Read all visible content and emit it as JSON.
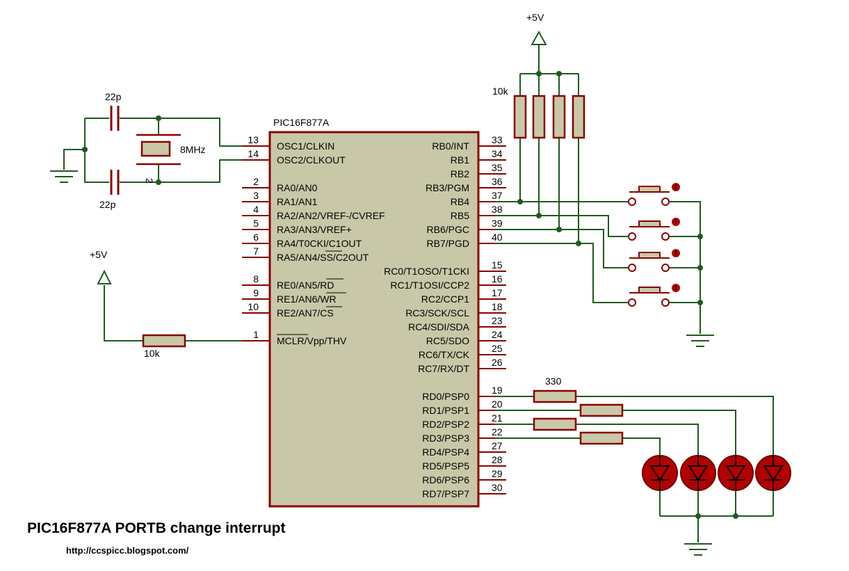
{
  "title": "PIC16F877A PORTB change interrupt",
  "url": "http://ccspicc.blogspot.com/",
  "colors": {
    "wire": "#1f5a1f",
    "comp": "#8b0000",
    "chip_fill": "#c8c8a8",
    "led": "#b30000"
  },
  "chip": {
    "name": "PIC16F877A",
    "left_pins": [
      {
        "num": "13",
        "label": "OSC1/CLKIN"
      },
      {
        "num": "14",
        "label": "OSC2/CLKOUT"
      },
      {
        "num": "2",
        "label": "RA0/AN0"
      },
      {
        "num": "3",
        "label": "RA1/AN1"
      },
      {
        "num": "4",
        "label": "RA2/AN2/VREF-/CVREF"
      },
      {
        "num": "5",
        "label": "RA3/AN3/VREF+"
      },
      {
        "num": "6",
        "label": "RA4/T0CKI/C1OUT"
      },
      {
        "num": "7",
        "label": "RA5/AN4/SS/C2OUT"
      },
      {
        "num": "8",
        "label": "RE0/AN5/RD"
      },
      {
        "num": "9",
        "label": "RE1/AN6/WR"
      },
      {
        "num": "10",
        "label": "RE2/AN7/CS"
      },
      {
        "num": "1",
        "label": "MCLR/Vpp/THV"
      }
    ],
    "right_pins": [
      {
        "num": "33",
        "label": "RB0/INT"
      },
      {
        "num": "34",
        "label": "RB1"
      },
      {
        "num": "35",
        "label": "RB2"
      },
      {
        "num": "36",
        "label": "RB3/PGM"
      },
      {
        "num": "37",
        "label": "RB4"
      },
      {
        "num": "38",
        "label": "RB5"
      },
      {
        "num": "39",
        "label": "RB6/PGC"
      },
      {
        "num": "40",
        "label": "RB7/PGD"
      },
      {
        "num": "15",
        "label": "RC0/T1OSO/T1CKI"
      },
      {
        "num": "16",
        "label": "RC1/T1OSI/CCP2"
      },
      {
        "num": "17",
        "label": "RC2/CCP1"
      },
      {
        "num": "18",
        "label": "RC3/SCK/SCL"
      },
      {
        "num": "23",
        "label": "RC4/SDI/SDA"
      },
      {
        "num": "24",
        "label": "RC5/SDO"
      },
      {
        "num": "25",
        "label": "RC6/TX/CK"
      },
      {
        "num": "26",
        "label": "RC7/RX/DT"
      },
      {
        "num": "19",
        "label": "RD0/PSP0"
      },
      {
        "num": "20",
        "label": "RD1/PSP1"
      },
      {
        "num": "21",
        "label": "RD2/PSP2"
      },
      {
        "num": "22",
        "label": "RD3/PSP3"
      },
      {
        "num": "27",
        "label": "RD4/PSP4"
      },
      {
        "num": "28",
        "label": "RD5/PSP5"
      },
      {
        "num": "29",
        "label": "RD6/PSP6"
      },
      {
        "num": "30",
        "label": "RD7/PSP7"
      }
    ]
  },
  "labels": {
    "cap_top": "22p",
    "cap_bottom": "22p",
    "crystal": "8MHz",
    "crystal_pin": "2",
    "vcc_left": "+5V",
    "vcc_top": "+5V",
    "mclr_res": "10k",
    "pullup_res": "10k",
    "led_res": "330"
  }
}
